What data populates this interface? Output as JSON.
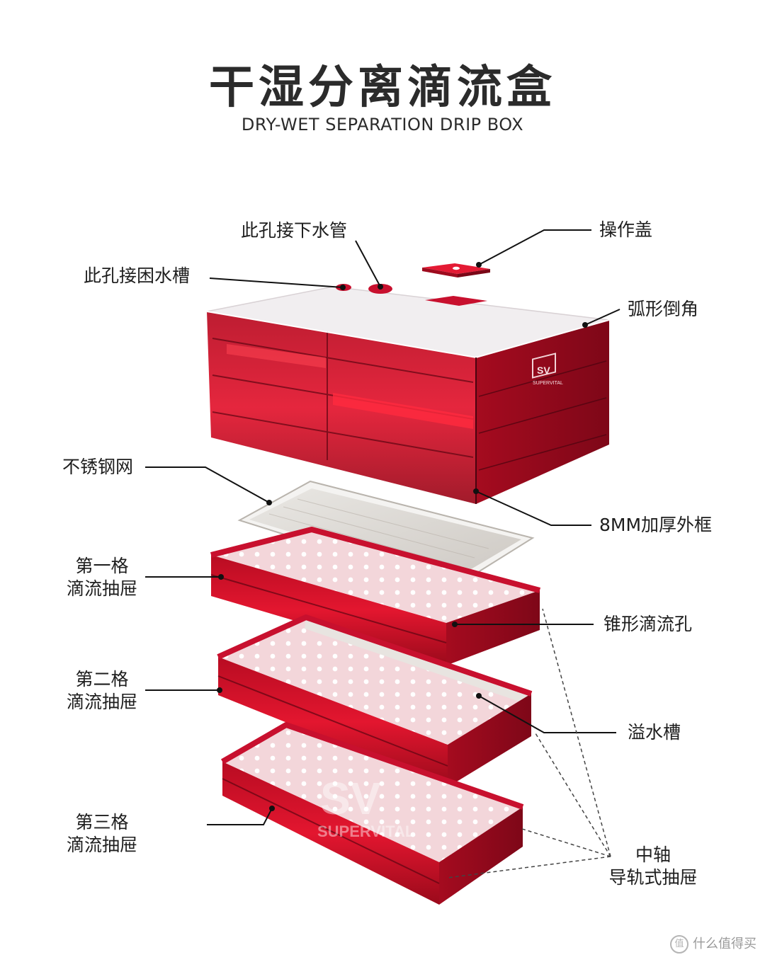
{
  "header": {
    "title": "干湿分离滴流盒",
    "subtitle": "DRY-WET SEPARATION DRIP BOX"
  },
  "labels": {
    "drain_pipe_hole": "此孔接下水管",
    "operation_lid": "操作盖",
    "trap_tank_hole": "此孔接困水槽",
    "arc_corner": "弧形倒角",
    "steel_mesh": "不锈钢网",
    "thick_frame": "8MM加厚外框",
    "drawer_1_line1": "第一格",
    "drawer_1_line2": "滴流抽屉",
    "tapered_holes": "锥形滴流孔",
    "drawer_2_line1": "第二格",
    "drawer_2_line2": "滴流抽屉",
    "overflow_groove": "溢水槽",
    "drawer_3_line1": "第三格",
    "drawer_3_line2": "滴流抽屉",
    "rail_line1": "中轴",
    "rail_line2": "导轨式抽屉"
  },
  "brand": {
    "logo_text": "SV",
    "logo_subtext": "SUPERVITAL"
  },
  "footer": {
    "watermark": "什么值得买"
  },
  "colors": {
    "acrylic_red": "#c8102e",
    "dark_red": "#8a0a1c",
    "top_panel": "#f1eef0",
    "text": "#1e1e1e"
  }
}
